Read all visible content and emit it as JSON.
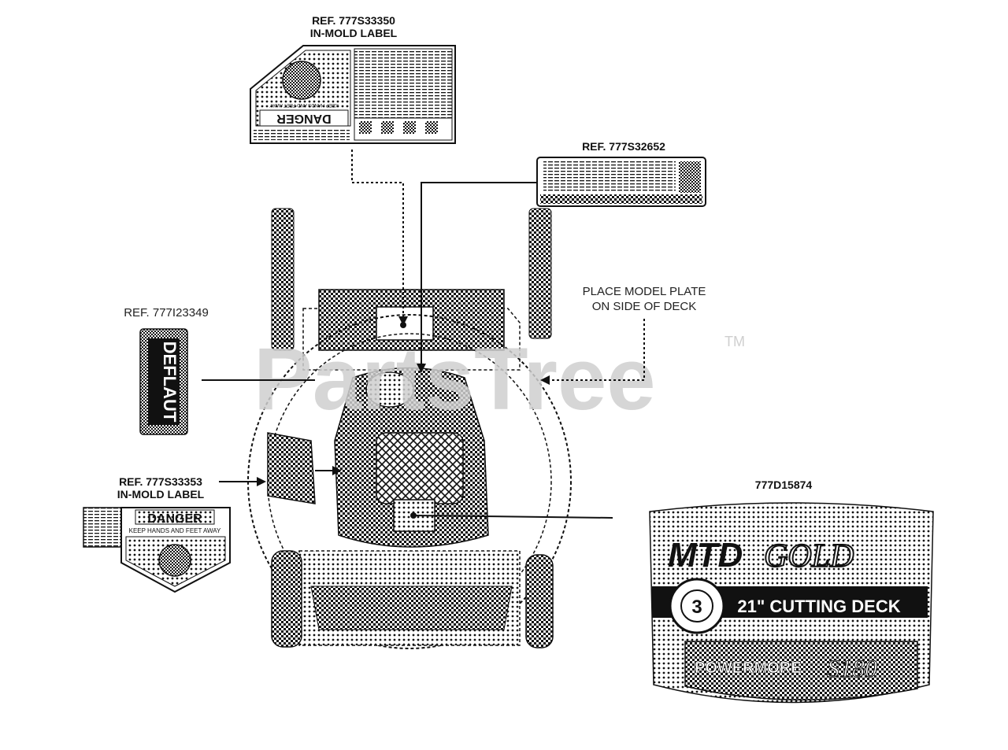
{
  "diagram": {
    "watermark": "PartsTree",
    "watermark_tm": "TM",
    "colors": {
      "ink": "#111111",
      "watermark": "#cfcfcf",
      "paper": "#ffffff"
    },
    "callouts": {
      "ref_33350": {
        "ref": "REF. 777S33350",
        "sub": "IN-MOLD LABEL"
      },
      "ref_32652": {
        "ref": "REF. 777S32652"
      },
      "ref_23349": {
        "ref": "REF. 777I23349"
      },
      "ref_33353": {
        "ref": "REF. 777S33353",
        "sub": "IN-MOLD LABEL"
      },
      "model_plate": {
        "line1": "PLACE MODEL PLATE",
        "line2": "ON SIDE OF DECK"
      },
      "decal_part": {
        "ref": "777D15874"
      }
    },
    "labels": {
      "danger_top": "DANGER",
      "danger_top_sub": "KEEP HANDS AND FEET AWAY",
      "danger_left": "DANGER",
      "danger_left_sub": "KEEP HANDS AND FEET AWAY",
      "vertical_label": "DEFLAUT",
      "decal_brand": "MTD",
      "decal_brand_script": "GOLD",
      "decal_deck": "21\" CUTTING DECK",
      "decal_badge": "3",
      "decal_power": "POWERMORE",
      "decal_power_num": "S180"
    }
  }
}
